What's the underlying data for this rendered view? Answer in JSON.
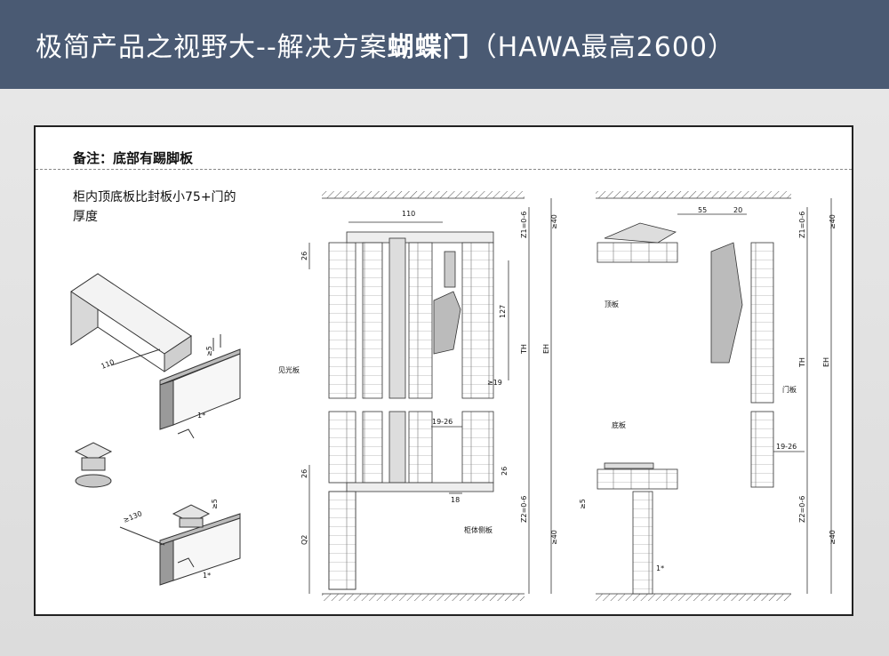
{
  "header": {
    "title_plain": "极简产品之视野大--解决方案",
    "title_bold": "蝴蝶门",
    "title_suffix": "（HAWA最高2600）",
    "bg_color": "#4a5a73"
  },
  "note": {
    "label": "备注：底部有踢脚板"
  },
  "description": {
    "line1": "柜内顶底板比封板小75+门的",
    "line2": "厚度"
  },
  "left_sketch": {
    "dim_110": "110",
    "dim_5": "≥5",
    "mark_1": "1*"
  },
  "foot_sketch": {
    "dim_130": "≥130",
    "dim_5": "≥5",
    "mark_1": "1*"
  },
  "section_a": {
    "dim_110": "110",
    "dim_26_top": "26",
    "dim_127": "127",
    "dim_th": "TH",
    "dim_eh": "EH",
    "dim_z1": "Z1=0-6",
    "dim_40_top": "≥40",
    "dim_19": "≥19",
    "dim_19_26": "19-26",
    "dim_26_bottom_left": "26",
    "dim_26_bottom_right": "26",
    "dim_18": "18",
    "dim_z2": "Z2=0-6",
    "dim_40_bottom": "≥40",
    "dim_q2": "Q2",
    "label_visible_panel": "见光板",
    "label_cabinet_side": "柜体侧板"
  },
  "section_b": {
    "dim_55": "55",
    "dim_20": "20",
    "dim_z1": "Z1=0-6",
    "dim_40_top": "≥40",
    "dim_th": "TH",
    "dim_eh": "EH",
    "dim_19_26": "19-26",
    "dim_5": "≥5",
    "dim_z2": "Z2=0-6",
    "dim_40_bottom": "≥40",
    "mark_1": "1*",
    "label_top_panel": "顶板",
    "label_door": "门板",
    "label_bottom_panel": "底板"
  }
}
